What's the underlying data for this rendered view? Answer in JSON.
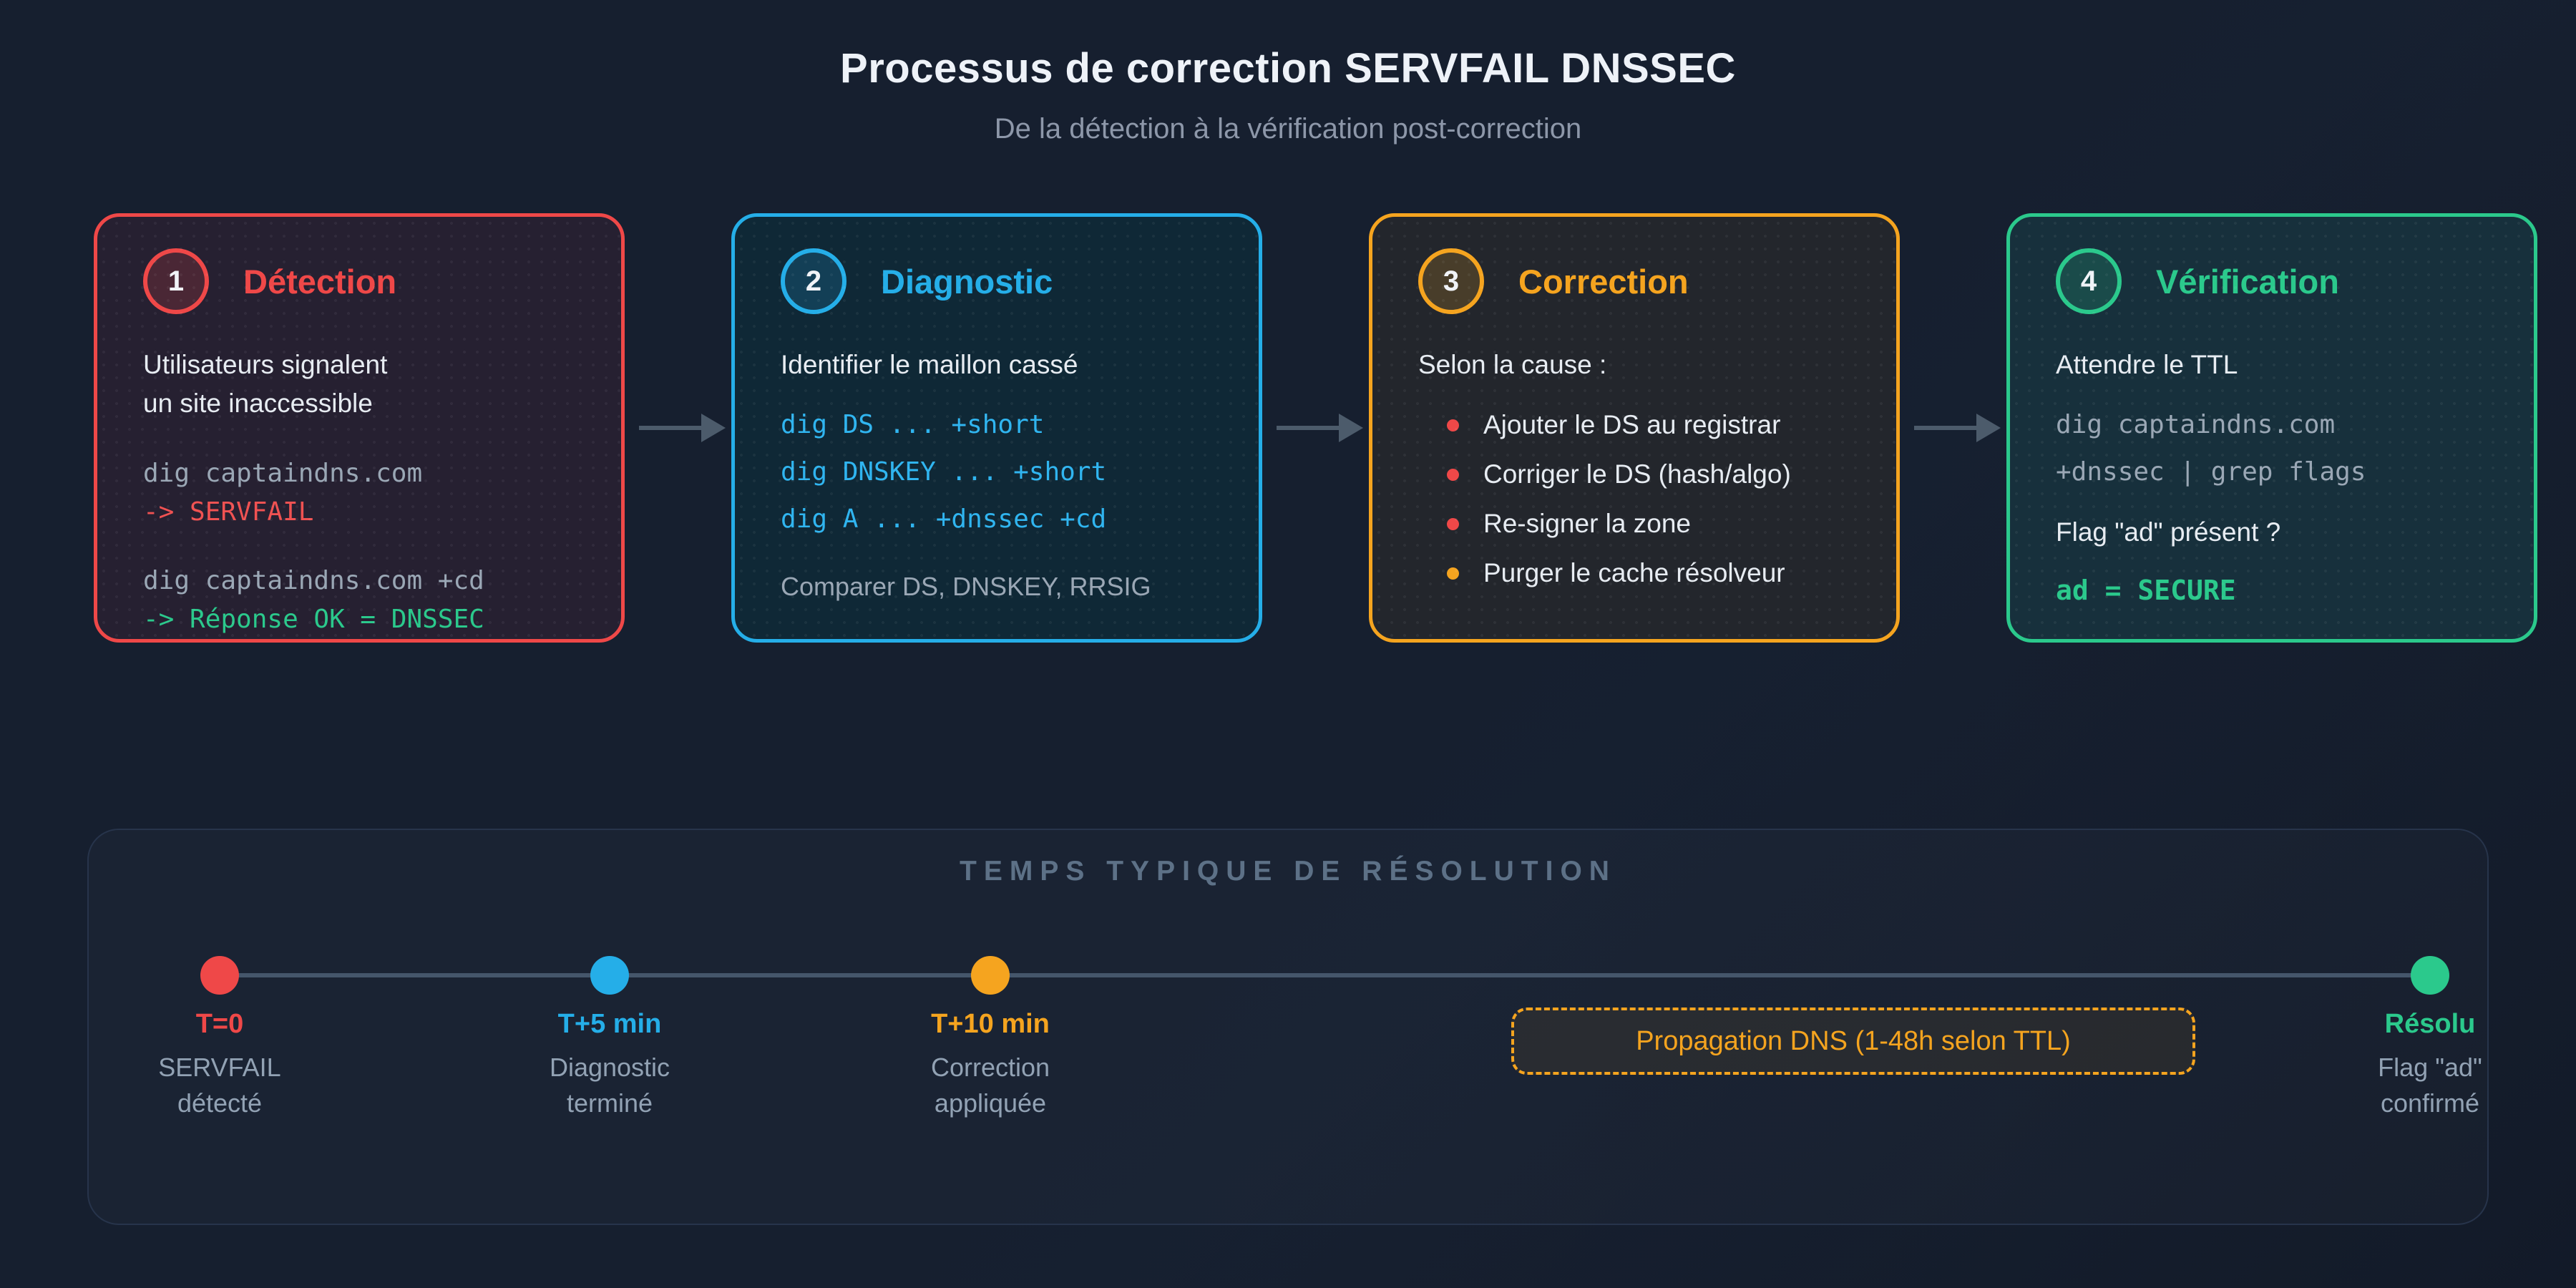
{
  "header": {
    "title": "Processus de correction SERVFAIL DNSSEC",
    "subtitle": "De la détection à la vérification post-correction"
  },
  "cards": [
    {
      "number": "1",
      "title": "Détection",
      "accent": "#ef4848",
      "bg": "#262031",
      "circle_bg": "rgba(239,72,72,0.18)",
      "body": [
        "Utilisateurs signalent",
        "un site inaccessible"
      ],
      "code_blocks": [
        {
          "lines": [
            {
              "text": "dig captaindns.com",
              "color": "#9aa7b5"
            },
            {
              "text": "-> SERVFAIL",
              "color": "#f05252"
            }
          ]
        },
        {
          "lines": [
            {
              "text": "dig captaindns.com +cd",
              "color": "#9aa7b5"
            },
            {
              "text": "-> Réponse OK = DNSSEC",
              "color": "#2bc98c"
            }
          ]
        }
      ]
    },
    {
      "number": "2",
      "title": "Diagnostic",
      "accent": "#25aee8",
      "bg": "#0f2836",
      "circle_bg": "rgba(37,174,232,0.18)",
      "body": [
        "Identifier le maillon cassé"
      ],
      "code_blocks": [
        {
          "lines": [
            {
              "text": "dig DS ... +short",
              "color": "#30b5f0"
            },
            {
              "text": "dig DNSKEY ... +short",
              "color": "#30b5f0"
            },
            {
              "text": "dig A ... +dnssec +cd",
              "color": "#30b5f0"
            }
          ]
        }
      ],
      "note": "Comparer DS, DNSKEY, RRSIG"
    },
    {
      "number": "3",
      "title": "Correction",
      "accent": "#f5a41f",
      "bg": "#23262c",
      "circle_bg": "rgba(245,164,31,0.18)",
      "body": [
        "Selon la cause :"
      ],
      "bullets": [
        {
          "text": "Ajouter le DS au registrar",
          "color": "#ef4848"
        },
        {
          "text": "Corriger le DS (hash/algo)",
          "color": "#ef4848"
        },
        {
          "text": "Re-signer la zone",
          "color": "#ef4848"
        },
        {
          "text": "Purger le cache résolveur",
          "color": "#f5a41f"
        }
      ]
    },
    {
      "number": "4",
      "title": "Vérification",
      "accent": "#2bc98c",
      "bg": "#17303c",
      "circle_bg": "rgba(43,201,140,0.18)",
      "body": [
        "Attendre le TTL"
      ],
      "code_blocks": [
        {
          "lines": [
            {
              "text": "dig captaindns.com",
              "color": "#9aa7b5"
            },
            {
              "text": "+dnssec | grep flags",
              "color": "#9aa7b5"
            }
          ]
        }
      ],
      "question": "Flag \"ad\" présent ?",
      "result": "ad = SECURE",
      "result_color": "#2bc98c"
    }
  ],
  "arrow_color": "#4c5b6b",
  "timeline": {
    "title": "TEMPS TYPIQUE DE RÉSOLUTION",
    "nodes": [
      {
        "time": "T=0",
        "color": "#ef4848",
        "lines": [
          "SERVFAIL",
          "détecté"
        ]
      },
      {
        "time": "T+5 min",
        "color": "#25aee8",
        "lines": [
          "Diagnostic",
          "terminé"
        ]
      },
      {
        "time": "T+10 min",
        "color": "#f5a41f",
        "lines": [
          "Correction",
          "appliquée"
        ]
      },
      {
        "time": "Résolu",
        "color": "#2bc98c",
        "lines": [
          "Flag \"ad\"",
          "confirmé"
        ]
      }
    ],
    "badge": {
      "label": "Propagation DNS (1-48h selon TTL)",
      "color": "#f5a41f"
    }
  }
}
